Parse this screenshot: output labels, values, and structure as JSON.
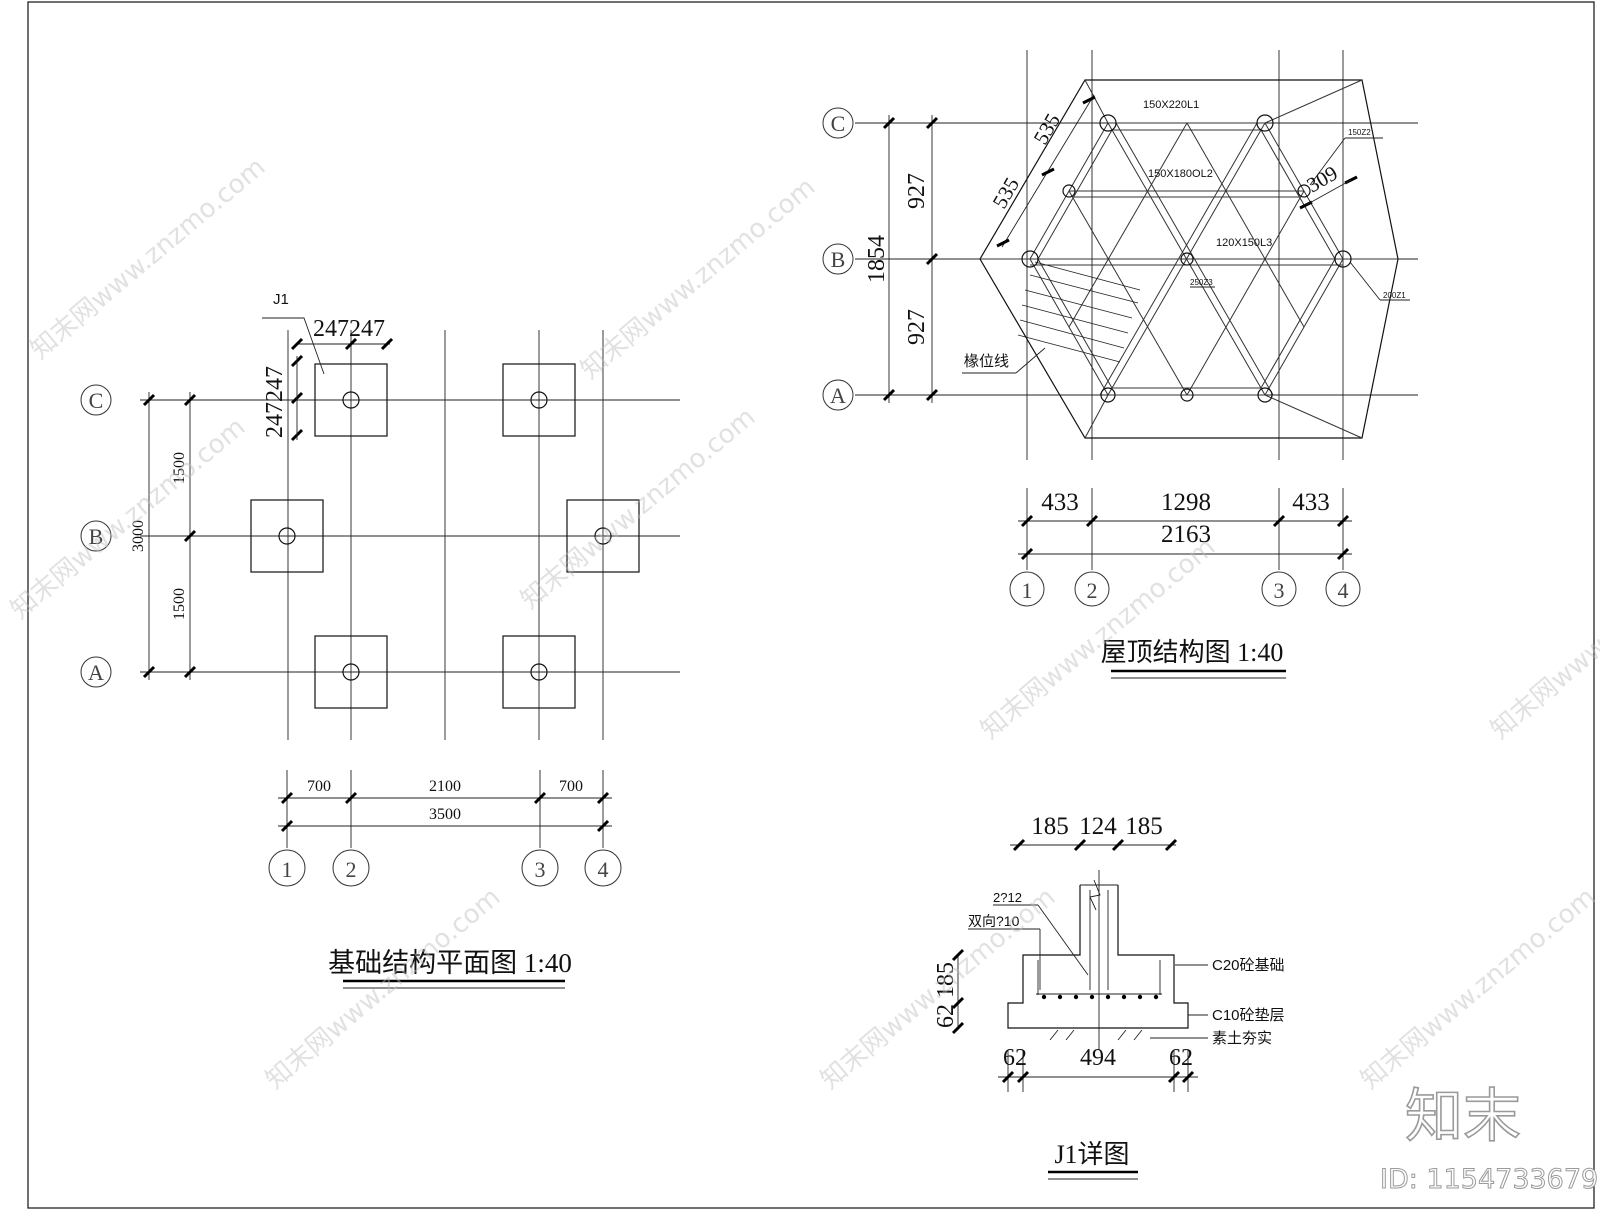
{
  "left_plan": {
    "title": "基础结构平面图 1:40",
    "axes_rows": [
      "C",
      "B",
      "A"
    ],
    "axes_cols": [
      "1",
      "2",
      "3",
      "4"
    ],
    "footing_label": "J1",
    "footing_dims": [
      "247247",
      "247247"
    ],
    "dims_horizontal": [
      "700",
      "2100",
      "700"
    ],
    "dim_total_horizontal": "3500",
    "dims_vertical": [
      "1500",
      "1500"
    ],
    "dim_total_vertical": "3000"
  },
  "roof_plan": {
    "title": "屋顶结构图 1:40",
    "axes_rows": [
      "C",
      "B",
      "A"
    ],
    "axes_cols": [
      "1",
      "2",
      "3",
      "4"
    ],
    "beam_labels": [
      "150X220L1",
      "150X180OL2",
      "120X150L3"
    ],
    "column_labels": [
      "150Z2",
      "250Z3",
      "200Z1"
    ],
    "rafter_label": "椽位线",
    "dims_diagonal": [
      "535",
      "535",
      "309"
    ],
    "dims_vertical": [
      "927",
      "927"
    ],
    "dim_total_vertical": "1854",
    "dims_horizontal": [
      "433",
      "1298",
      "433"
    ],
    "dim_total_horizontal": "2163"
  },
  "detail": {
    "title": "J1详图",
    "top_dims": [
      "185",
      "124",
      "185"
    ],
    "bar_label_1": "2?12",
    "bar_label_2": "双向?10",
    "layer_1": "C20砼基础",
    "layer_2": "C10砼垫层",
    "layer_3": "素土夯实",
    "left_dims": [
      "185",
      "62"
    ],
    "bottom_dims": [
      "62",
      "494",
      "62"
    ]
  },
  "branding": {
    "logo_text": "知末",
    "id_text": "ID: 1154733679",
    "watermark": "知末网www.znzmo.com"
  }
}
